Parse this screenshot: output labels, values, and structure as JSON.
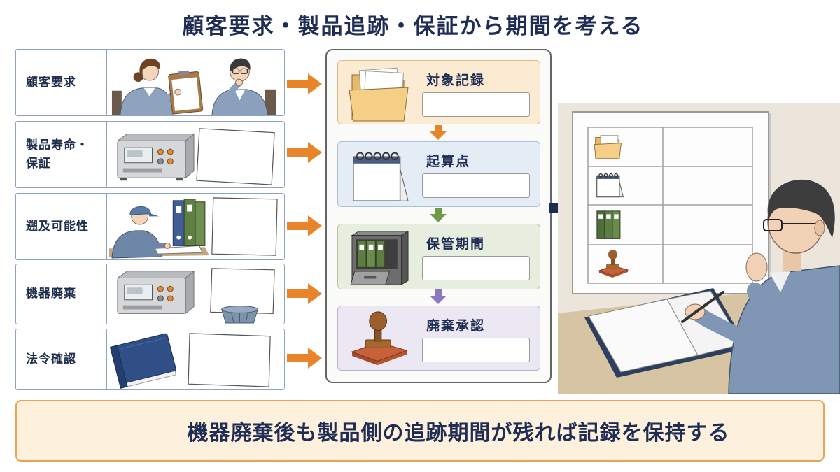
{
  "title": "顧客要求・製品追跡・保証から期間を考える",
  "inputs": [
    {
      "label": "顧客要求"
    },
    {
      "label": "製品寿命・\n保証"
    },
    {
      "label": "遡及可能性"
    },
    {
      "label": "機器廃棄"
    },
    {
      "label": "法令確認"
    }
  ],
  "steps": [
    {
      "label": "対象記録",
      "icon": "folder-icon",
      "bg": "#fcebd3",
      "border": "#e4b98a"
    },
    {
      "label": "起算点",
      "icon": "calendar-icon",
      "bg": "#e4ecf6",
      "border": "#a9bfd9"
    },
    {
      "label": "保管期間",
      "icon": "filing-cabinet-icon",
      "bg": "#e7eedf",
      "border": "#b3c59f"
    },
    {
      "label": "廃棄承認",
      "icon": "stamp-icon",
      "bg": "#ece8f3",
      "border": "#bcb2d3"
    }
  ],
  "board_icons": [
    "folder-icon",
    "calendar-icon",
    "binders-icon",
    "stamp-icon"
  ],
  "banner": "機器廃棄後も製品側の追跡期間が残れば記録を保持する",
  "colors": {
    "title": "#1f2d55",
    "input_arrow": "#e8852a",
    "step_arrows": [
      "#e8852a",
      "#6f9a4a",
      "#8a7bbf"
    ],
    "output_arrow": "#1f2d55",
    "banner_bg": "#fdf0dc",
    "banner_border": "#e9a35a"
  }
}
